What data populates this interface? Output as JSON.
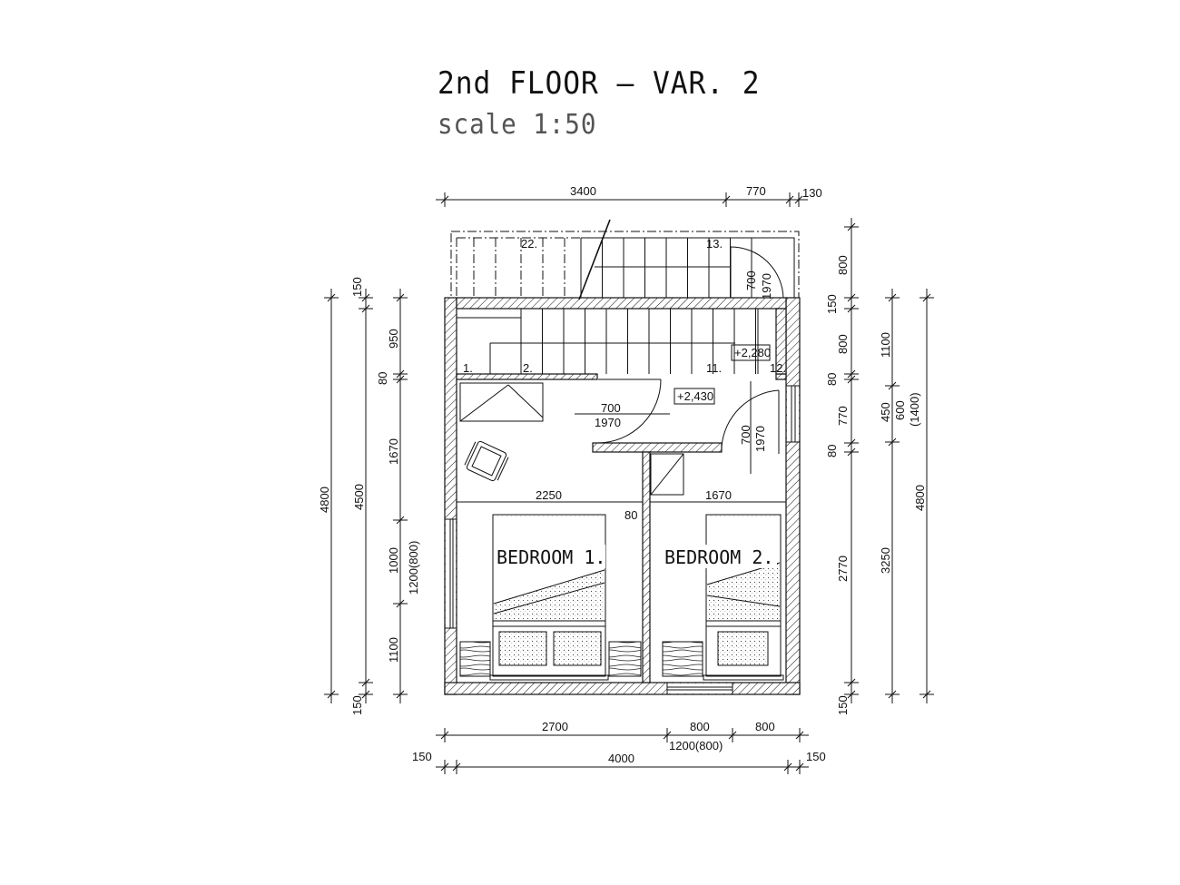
{
  "title": "2nd FLOOR – VAR. 2",
  "subtitle": "scale 1:50",
  "rooms": {
    "bedroom1": "BEDROOM 1.",
    "bedroom2": "BEDROOM 2."
  },
  "levels": {
    "stair_landing": "+2,280",
    "floor": "+2,430"
  },
  "stair_steps": {
    "s1": "1.",
    "s2": "2.",
    "s11": "11.",
    "s12": "12.",
    "s13": "13.",
    "s22": "22."
  },
  "doors": {
    "upper_width": "700",
    "upper_height": "1970",
    "hall_width": "700",
    "hall_height": "1970",
    "right_width": "700",
    "right_height": "1970"
  },
  "dims": {
    "top_3400": "3400",
    "top_770": "770",
    "top_130": "130",
    "inner_2250": "2250",
    "inner_1670": "1670",
    "inner_80": "80",
    "bot_2700": "2700",
    "bot_800a": "800",
    "bot_800b": "800",
    "bot_1200_800": "1200(800)",
    "bot_150l": "150",
    "bot_4000": "4000",
    "bot_150r": "150",
    "l_4800": "4800",
    "l_4500": "4500",
    "l_150t": "150",
    "l_150b": "150",
    "l_950": "950",
    "l_80": "80",
    "l_1670": "1670",
    "l_1000": "1000",
    "l_1200_800": "1200(800)",
    "l_1100": "1100",
    "r_800": "800",
    "r_150": "150",
    "r_800b": "800",
    "r_80": "80",
    "r_770": "770",
    "r_80b": "80",
    "r_2770": "2770",
    "r_150b": "150",
    "r_1100": "1100",
    "r_450": "450",
    "r_600": "600",
    "r_1400": "(1400)",
    "r_3250": "3250",
    "r_4800": "4800"
  }
}
